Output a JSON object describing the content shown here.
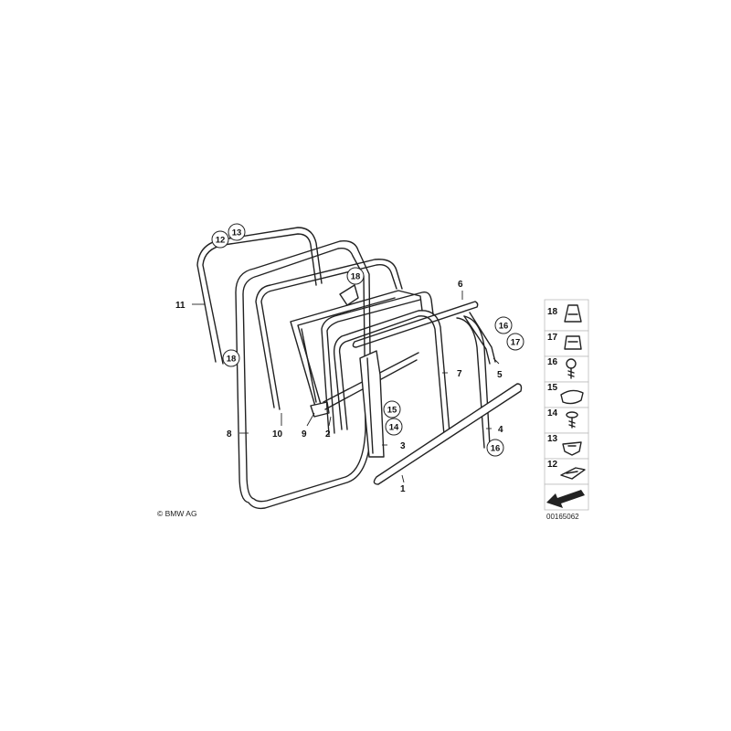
{
  "callouts": {
    "c1": "1",
    "c2": "2",
    "c3": "3",
    "c4": "4",
    "c5": "5",
    "c6": "6",
    "c7": "7",
    "c8": "8",
    "c9": "9",
    "c10": "10",
    "c11": "11"
  },
  "circled": {
    "top_a": "12",
    "top_b": "13",
    "mid18": "18",
    "left18": "18",
    "r16a": "16",
    "r17": "17",
    "m15": "15",
    "m14": "14",
    "r16b": "16"
  },
  "legend": {
    "items": [
      "18",
      "17",
      "16",
      "15",
      "14",
      "13",
      "12"
    ],
    "drawing_no": "00165062"
  },
  "copyright": "© BMW AG"
}
